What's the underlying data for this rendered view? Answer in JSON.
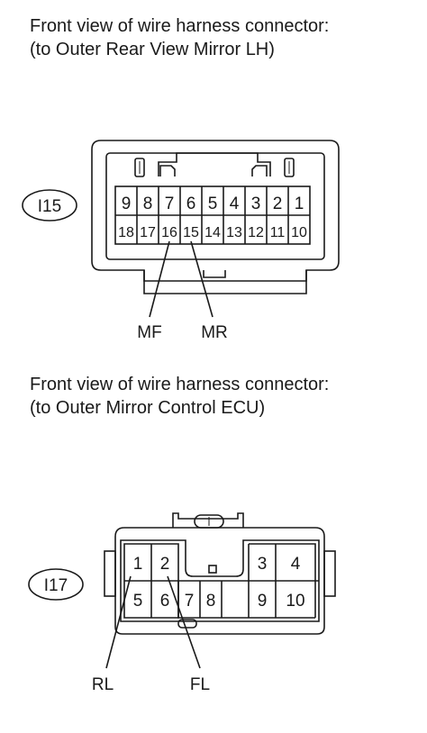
{
  "connector_1": {
    "caption_line1": "Front view of wire harness connector:",
    "caption_line2": "(to Outer Rear View Mirror LH)",
    "id": "I15",
    "top_row": [
      "9",
      "8",
      "7",
      "6",
      "5",
      "4",
      "3",
      "2",
      "1"
    ],
    "bottom_row": [
      "18",
      "17",
      "16",
      "15",
      "14",
      "13",
      "12",
      "11",
      "10"
    ],
    "signals": [
      {
        "name": "MF",
        "pin": "16"
      },
      {
        "name": "MR",
        "pin": "15"
      }
    ]
  },
  "connector_2": {
    "caption_line1": "Front view of wire harness connector:",
    "caption_line2": "(to Outer Mirror Control ECU)",
    "id": "I17",
    "top_row": [
      "1",
      "2",
      "3",
      "4"
    ],
    "bottom_row": [
      "5",
      "6",
      "7",
      "8",
      "9",
      "10"
    ],
    "signals": [
      {
        "name": "RL",
        "pin": "1"
      },
      {
        "name": "FL",
        "pin": "2"
      }
    ]
  }
}
